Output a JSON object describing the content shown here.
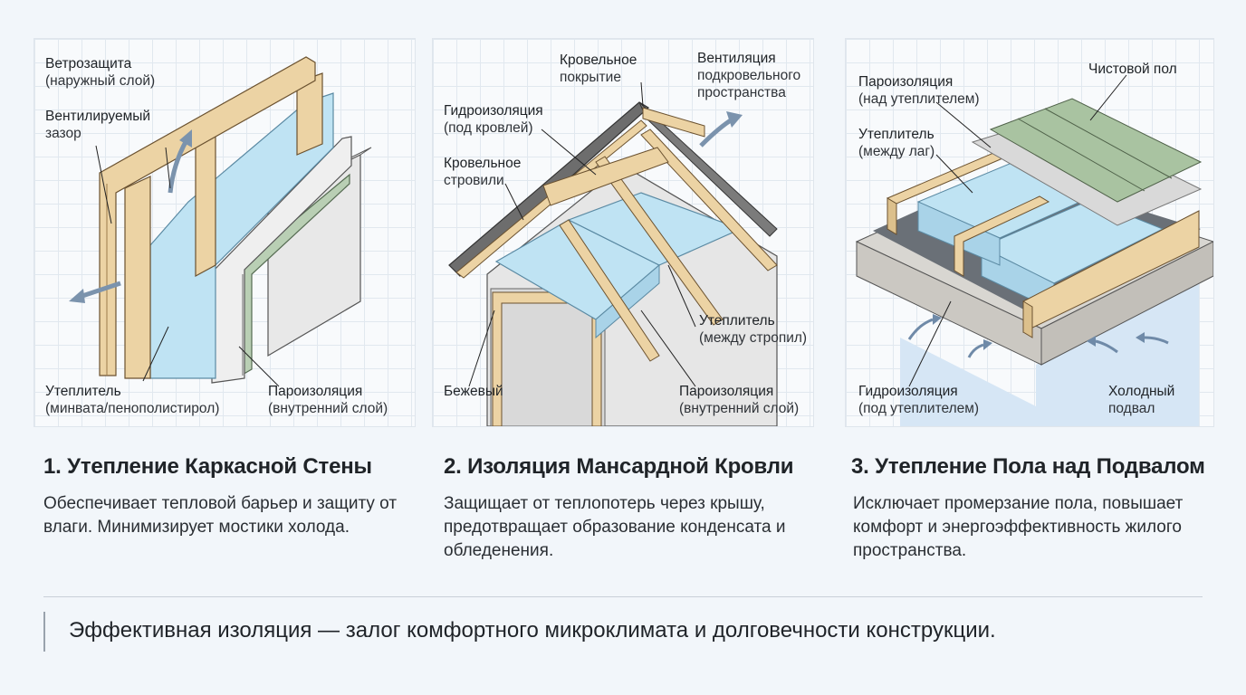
{
  "colors": {
    "wood": "#ecd3a4",
    "wood_edge": "#8a6b3c",
    "insulation": "#bfe3f3",
    "membrane_green": "#b9cfb4",
    "drywall": "#e6e6e6",
    "floor_green": "#a9c3a1",
    "concrete": "#d8d6d1",
    "roof_dark": "#6d6d6d",
    "cold_blue": "#d6e6f5"
  },
  "panels": [
    {
      "labels": {
        "wind": {
          "title": "Ветрозащита",
          "sub": "(наружный слой)"
        },
        "gap": {
          "title": "Вентилируемый",
          "sub": "зазор"
        },
        "insul": {
          "title": "Утеплитель",
          "sub": "(минвата/пенополистирол)"
        },
        "vapor": {
          "title": "Пароизоляция",
          "sub": "(внутренний слой)"
        }
      },
      "title": "1. Утепление Каркасной Стены",
      "desc": "Обеспечивает тепловой барьер и защиту от влаги. Минимизирует мостики холода."
    },
    {
      "labels": {
        "roofing": {
          "title": "Кровельное",
          "sub": "покрытие"
        },
        "vent": {
          "title": "Вентиляция",
          "sub": "подкровельного",
          "sub2": "пространства"
        },
        "water": {
          "title": "Гидроизоляция",
          "sub": "(под кровлей)"
        },
        "rafter": {
          "title": "Кровельное",
          "sub": "стровили"
        },
        "insul": {
          "title": "Утеплитель",
          "sub": "(между стропил)"
        },
        "beige": {
          "title": "Бежевый"
        },
        "vapor": {
          "title": "Пароизоляция",
          "sub": "(внутренний слой)"
        }
      },
      "title": "2. Изоляция Мансардной Кровли",
      "desc": "Защищает от теплопотерь через крышу, предотвращает образование конденсата и обледенения."
    },
    {
      "labels": {
        "vapor": {
          "title": "Пароизоляция",
          "sub": "(над утеплителем)"
        },
        "finish": {
          "title": "Чистовой пол"
        },
        "insul": {
          "title": "Утеплитель",
          "sub": "(между лаг)"
        },
        "water": {
          "title": "Гидроизоляция",
          "sub": "(под утеплителем)"
        },
        "cold": {
          "title": "Холодный",
          "sub": "подвал"
        }
      },
      "title": "3. Утепление Пола над Подвалом",
      "desc": "Исключает промерзание пола, повышает комфорт и энергоэффективность жилого пространства."
    }
  ],
  "footer": {
    "quote": "Эффективная изоляция — залог комфортного микроклимата и долговечности конструкции."
  }
}
